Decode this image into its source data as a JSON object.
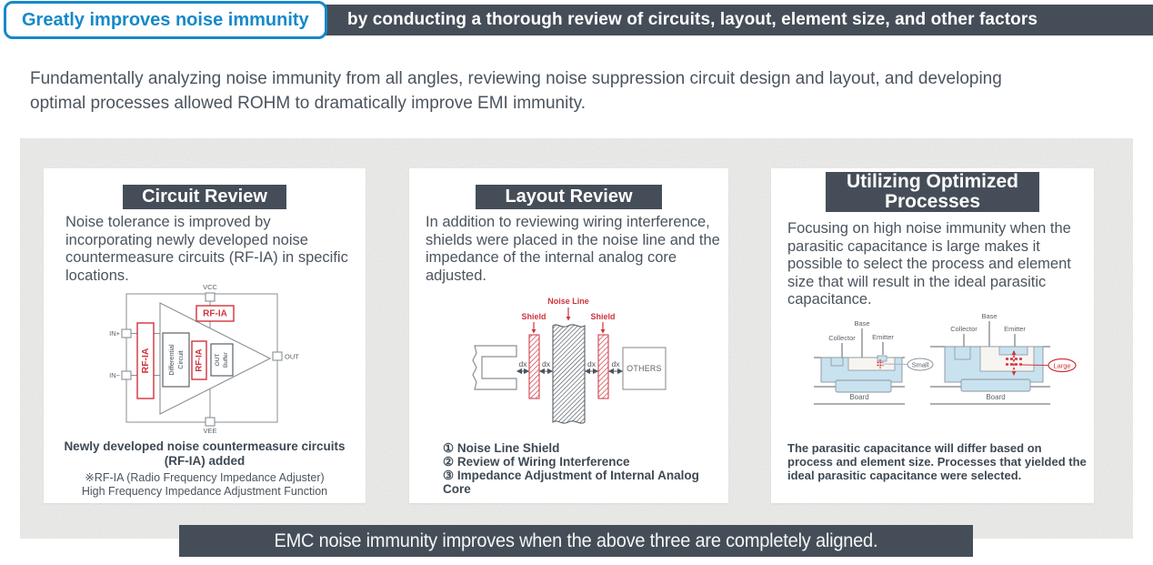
{
  "banner": {
    "highlight_label": "Greatly improves noise immunity",
    "bar_text": "by conducting a thorough review of circuits, layout, element size, and other factors"
  },
  "intro_text": "Fundamentally analyzing noise immunity from all angles, reviewing noise suppression circuit design and layout, and developing optimal processes allowed ROHM to dramatically improve EMI immunity.",
  "cards": [
    {
      "title": "Circuit Review",
      "body": "Noise tolerance is improved by incorporating newly developed noise countermeasure circuits (RF-IA) in specific locations.",
      "caption": "Newly developed noise countermeasure circuits (RF-IA) added",
      "note_line1": "※RF-IA (Radio Frequency Impedance Adjuster)",
      "note_line2": "High Frequency Impedance Adjustment Function",
      "diagram": {
        "vcc": "VCC",
        "vee": "VEE",
        "in_plus": "IN+",
        "in_minus": "IN−",
        "out": "OUT",
        "rfia": "RF-IA",
        "diff_line1": "Differential",
        "diff_line2": "Circuit",
        "buf_line1": "OUT",
        "buf_line2": "Buffer"
      }
    },
    {
      "title": "Layout Review",
      "body": "In addition to reviewing wiring interference, shields were placed in the noise line and the impedance of the internal analog core adjusted.",
      "list": [
        "① Noise Line Shield",
        "② Review of Wiring Interference",
        "③ Impedance Adjustment of Internal Analog Core"
      ],
      "diagram": {
        "noise_line": "Noise Line",
        "shield": "Shield",
        "dx": "dx",
        "others": "OTHERS"
      }
    },
    {
      "title": "Utilizing Optimized Processes",
      "body": "Focusing on high noise immunity when the parasitic capacitance is large makes it possible to select the process and element size that will result in the ideal parasitic capacitance.",
      "caption": "The parasitic capacitance will differ based on process and element size. Processes that yielded the ideal parasitic capacitance were selected.",
      "diagram": {
        "collector": "Collector",
        "base": "Base",
        "emitter": "Emitter",
        "board": "Board",
        "small": "Small",
        "large": "Large"
      }
    }
  ],
  "footer_text": "EMC noise immunity improves when the above three are completely aligned.",
  "colors": {
    "accent_blue": "#1689c9",
    "dark_slate": "#454e58",
    "diagram_red": "#cf333d",
    "light_blue": "#c9e2f0",
    "body_text": "#4b545e",
    "panel_gray": "#ebebe9"
  }
}
